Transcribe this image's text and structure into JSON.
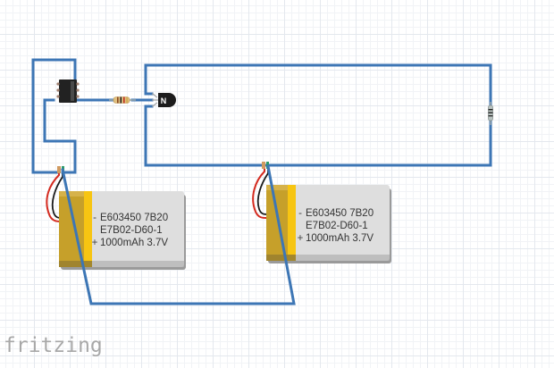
{
  "app": {
    "logo_text": "fritzing"
  },
  "colors": {
    "wire": "#3d76b5",
    "battery_gold": "#c8a128",
    "battery_yellow": "#f7c512",
    "battery_body": "#dddddd",
    "lead_red": "#d42a1f",
    "lead_black": "#1a1a1a",
    "ic_body": "#222222",
    "transistor_body": "#1c1c1c"
  },
  "components": {
    "ic": {
      "type": "8-pin DIP IC"
    },
    "resistor": {
      "type": "resistor"
    },
    "transistor": {
      "type": "NPN transistor",
      "label": "N"
    },
    "small_resistor": {
      "type": "resistor (vertical)"
    },
    "batteries": [
      {
        "type": "LiPo battery",
        "line1": "E603450 7B20",
        "line2": "E7B02-D60-1",
        "line3": "1000mAh 3.7V",
        "minus_sign": "-",
        "plus_sign": "+"
      },
      {
        "type": "LiPo battery",
        "line1": "E603450 7B20",
        "line2": "E7B02-D60-1",
        "line3": "1000mAh 3.7V",
        "minus_sign": "-",
        "plus_sign": "+"
      }
    ]
  }
}
